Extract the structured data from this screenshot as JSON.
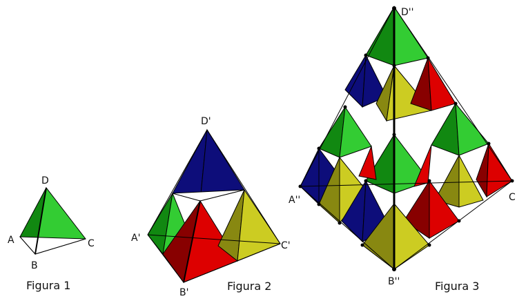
{
  "colors": {
    "green_light": "#33cc33",
    "green_dark": "#118811",
    "blue": "#0d0d7a",
    "red": "#dd0000",
    "red_dark": "#880000",
    "yellow": "#cccc22",
    "yellow_dark": "#888811",
    "edge": "#000000"
  },
  "figure1": {
    "caption": "Figura 1",
    "labels": {
      "A": "A",
      "B": "B",
      "C": "C",
      "D": "D"
    }
  },
  "figure2": {
    "caption": "Figura 2",
    "labels": {
      "A": "A'",
      "B": "B'",
      "C": "C'",
      "D": "D'"
    },
    "sub_tetrahedra": [
      {
        "corner": "D",
        "color": "blue"
      },
      {
        "corner": "A",
        "color": "green"
      },
      {
        "corner": "B",
        "color": "red"
      },
      {
        "corner": "C",
        "color": "yellow"
      }
    ]
  },
  "figure3": {
    "caption": "Figura 3",
    "labels": {
      "A": "A''",
      "B": "B''",
      "C": "C",
      "D": "D''"
    }
  }
}
